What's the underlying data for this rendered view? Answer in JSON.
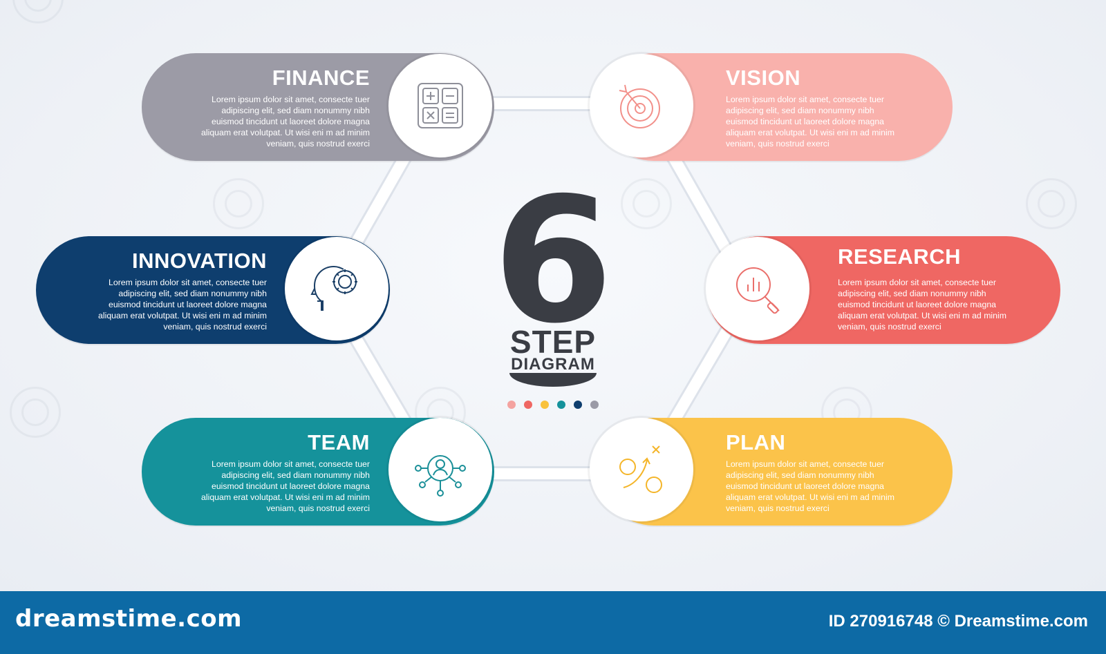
{
  "center": {
    "number": "6",
    "line1": "STEP",
    "line2": "DIAGRAM",
    "dot_colors": [
      "#f4a3a0",
      "#ef6763",
      "#f9c23c",
      "#15929b",
      "#0e3e6e",
      "#9a9aa6"
    ]
  },
  "steps": [
    {
      "id": "finance",
      "title": "FINANCE",
      "icon": "calculator-icon",
      "color": "#9c9ba6",
      "body": "Lorem ipsum dolor sit amet, consecte tuer adipiscing elit, sed diam nonummy nibh euismod tincidunt ut laoreet dolore magna aliquam erat volutpat. Ut wisi eni m ad minim veniam, quis nostrud exerci"
    },
    {
      "id": "vision",
      "title": "VISION",
      "icon": "target-icon",
      "color": "#f9b1ac",
      "body": "Lorem ipsum dolor sit amet, consecte tuer adipiscing elit, sed diam nonummy nibh euismod tincidunt ut laoreet dolore magna aliquam erat volutpat. Ut wisi eni m ad minim veniam, quis nostrud exerci"
    },
    {
      "id": "innovation",
      "title": "INNOVATION",
      "icon": "head-gear-icon",
      "color": "#0e3e6e",
      "body": "Lorem ipsum dolor sit amet, consecte tuer adipiscing elit, sed diam nonummy nibh euismod tincidunt ut laoreet dolore magna aliquam erat volutpat. Ut wisi eni m ad minim veniam, quis nostrud exerci"
    },
    {
      "id": "research",
      "title": "RESEARCH",
      "icon": "magnifier-chart-icon",
      "color": "#ef6763",
      "body": "Lorem ipsum dolor sit amet, consecte tuer adipiscing elit, sed diam nonummy nibh euismod tincidunt ut laoreet dolore magna aliquam erat volutpat. Ut wisi eni m ad minim veniam, quis nostrud exerci"
    },
    {
      "id": "team",
      "title": "TEAM",
      "icon": "team-network-icon",
      "color": "#15929b",
      "body": "Lorem ipsum dolor sit amet, consecte tuer adipiscing elit, sed diam nonummy nibh euismod tincidunt ut laoreet dolore magna aliquam erat volutpat. Ut wisi eni m ad minim veniam, quis nostrud exerci"
    },
    {
      "id": "plan",
      "title": "PLAN",
      "icon": "strategy-play-icon",
      "color": "#fbc34a",
      "body": "Lorem ipsum dolor sit amet, consecte tuer adipiscing elit, sed diam nonummy nibh euismod tincidunt ut laoreet dolore magna aliquam erat volutpat. Ut wisi eni m ad minim veniam, quis nostrud exerci"
    }
  ],
  "footer": {
    "logo": "dreamstime.com",
    "image_id": "ID 270916748 © Dreamstime.com"
  }
}
